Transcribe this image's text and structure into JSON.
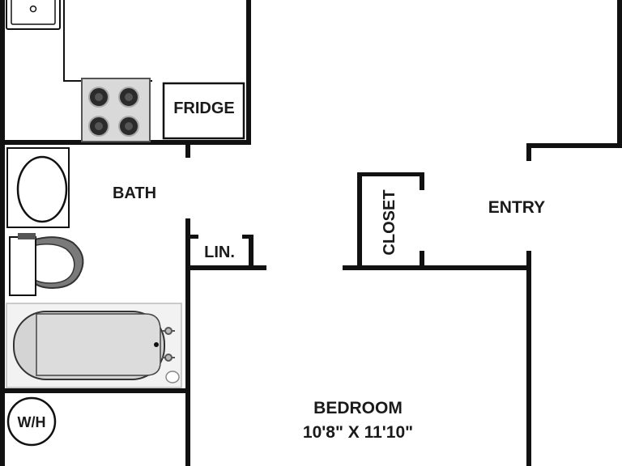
{
  "rooms": {
    "kitchen": {
      "fridge_label": "FRIDGE"
    },
    "bath": {
      "label": "BATH",
      "linen_label": "LIN."
    },
    "closet": {
      "label": "CLOSET"
    },
    "entry": {
      "label": "ENTRY"
    },
    "bedroom": {
      "label": "BEDROOM",
      "dimensions": "10'8\" X 11'10\""
    },
    "water_heater": {
      "label": "W/H"
    }
  },
  "colors": {
    "wall": "#111111",
    "fixture_fill": "#d9d9d9",
    "fixture_stroke": "#333333",
    "background": "#ffffff"
  }
}
